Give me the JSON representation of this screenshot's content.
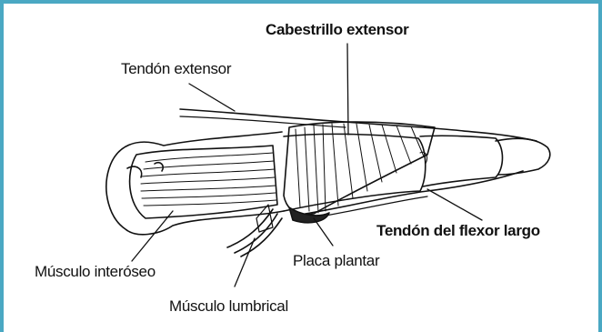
{
  "labels": {
    "cabestrillo_extensor": "Cabestrillo extensor",
    "tendon_extensor": "Tendón extensor",
    "tendon_flexor_largo": "Tendón del flexor largo",
    "musculo_interoseo": "Músculo interóseo",
    "placa_plantar": "Placa plantar",
    "musculo_lumbrical": "Músculo lumbrical"
  },
  "colors": {
    "frame_border": "#4aa8c3",
    "ink": "#111111",
    "background": "#ffffff"
  }
}
